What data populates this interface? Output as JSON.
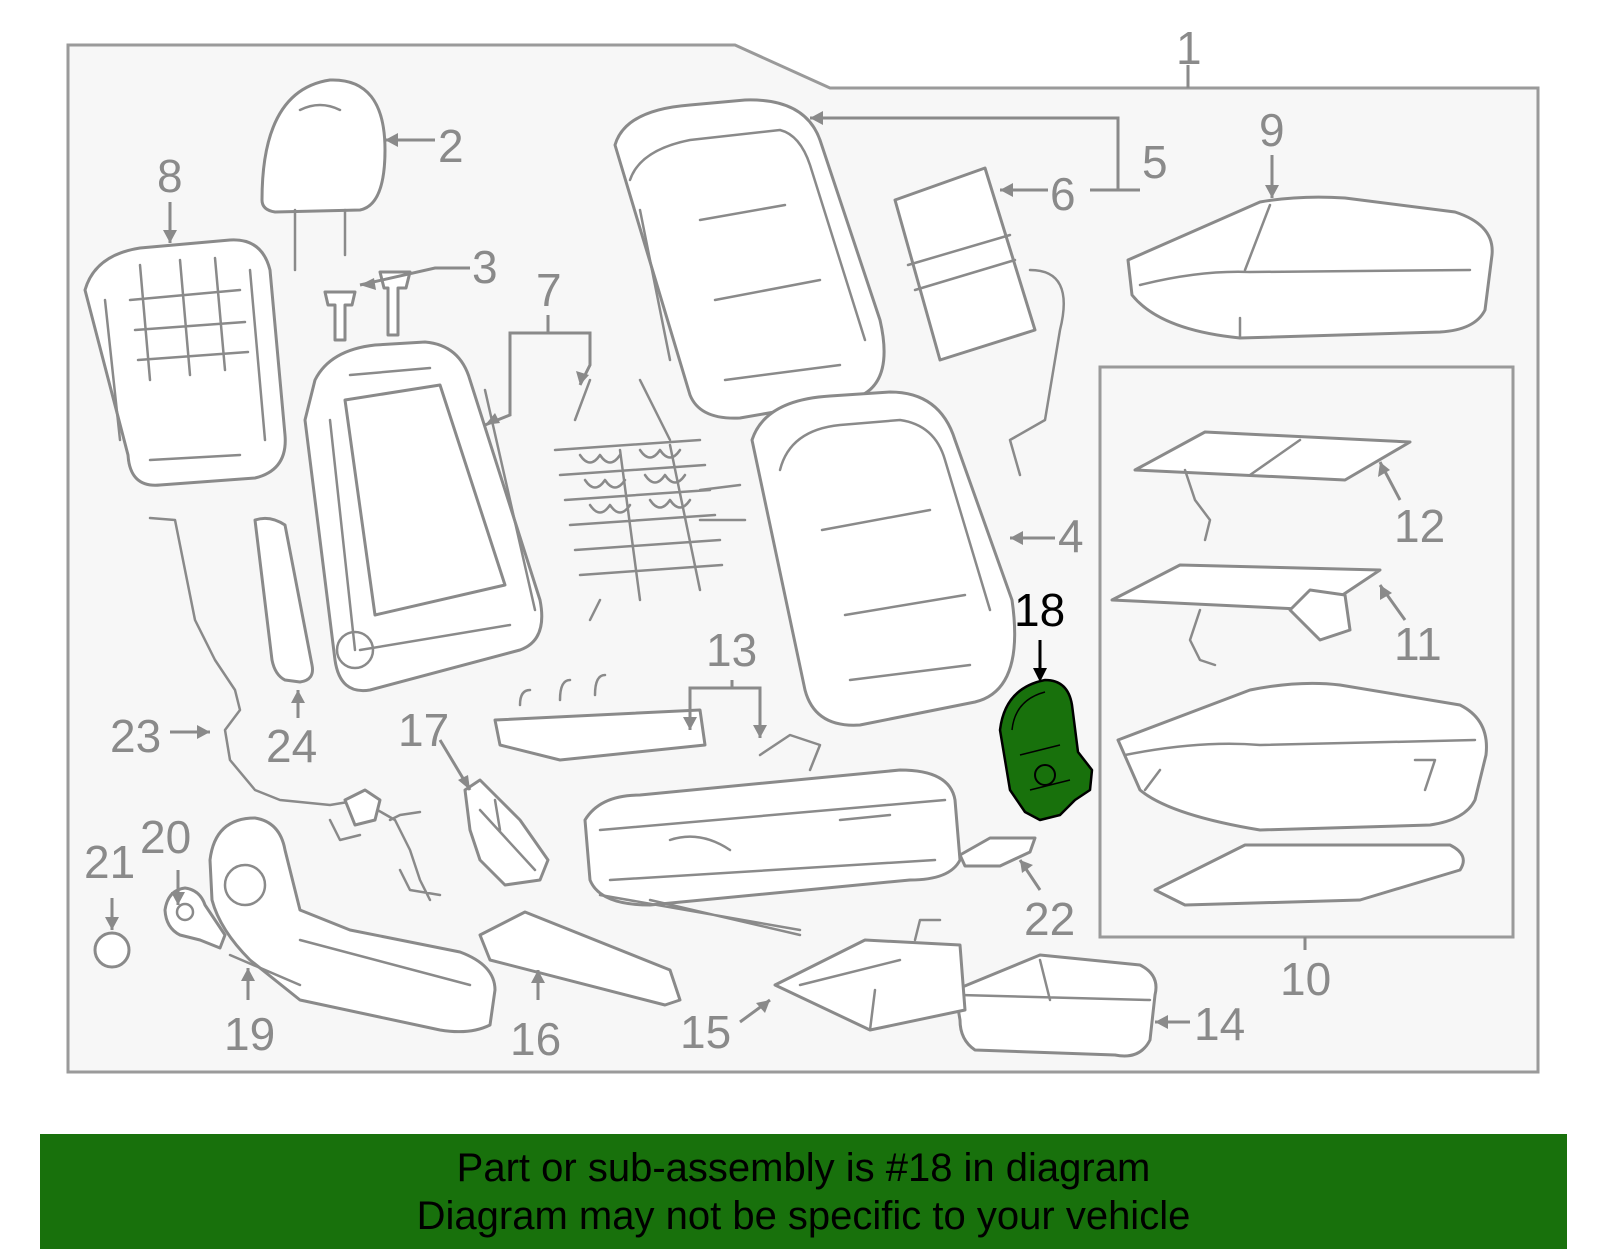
{
  "diagram": {
    "callouts": {
      "n1": "1",
      "n2": "2",
      "n3": "3",
      "n4": "4",
      "n5": "5",
      "n6": "6",
      "n7": "7",
      "n8": "8",
      "n9": "9",
      "n10": "10",
      "n11": "11",
      "n12": "12",
      "n13": "13",
      "n14": "14",
      "n15": "15",
      "n16": "16",
      "n17": "17",
      "n18": "18",
      "n19": "19",
      "n20": "20",
      "n21": "21",
      "n22": "22",
      "n23": "23",
      "n24": "24"
    },
    "highlighted_part": "18",
    "colors": {
      "line": "#8a8a8a",
      "highlight_fill": "#18710c",
      "banner_bg": "#18710c",
      "frame_bg": "#f7f7f7"
    }
  },
  "banner": {
    "line1": "Part or sub-assembly is #18 in diagram",
    "line2": "Diagram may not be specific to your vehicle"
  }
}
